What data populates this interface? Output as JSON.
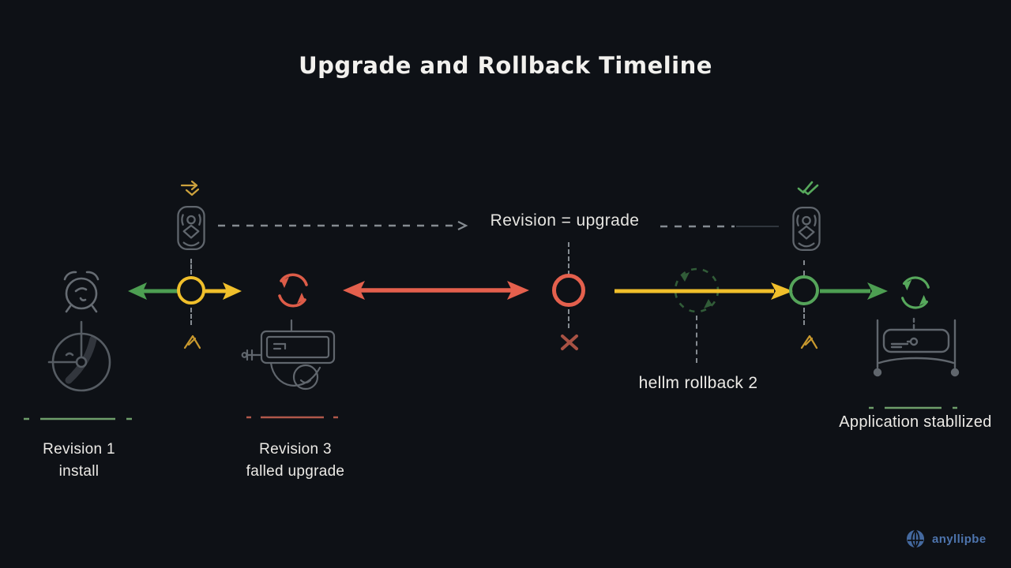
{
  "title": "Upgrade and Rollback Timeline",
  "upper_flow_label": "Revision = upgrade",
  "milestones": {
    "revision1": {
      "line1": "Revision 1",
      "line2": "install"
    },
    "revision3": {
      "line1": "Revision 3",
      "line2": "falled upgrade"
    }
  },
  "annotations": {
    "rollback_command": "hellm rollback 2",
    "stabilized": "Application stabllized"
  },
  "footer": {
    "brand": "anyllipbe"
  },
  "icons": {
    "alarm-clock-icon": "outlined alarm clock",
    "gauge-icon": "circular gauge with needle",
    "failed-refresh-icon": "red circular refresh arrows",
    "machine-icon": "outlined machine / device",
    "badge-person-icon": "rounded badge with figure",
    "export-arrow-icon": "gold arrow glyph",
    "double-check-icon": "green double checkmark",
    "cycle-dashed-icon": "faint dashed green cycle",
    "green-refresh-icon": "green circular refresh arrows",
    "cart-icon": "outlined cart / rack device",
    "cross-x-icon": "red X mark",
    "chevron-peak-icon": "gold peaked chevron",
    "brand-globe-icon": "blue segmented sphere"
  },
  "colors": {
    "background": "#0e1116",
    "text": "#eceae6",
    "green": "#55a45a",
    "yellow": "#f0bf2b",
    "red": "#e4604d",
    "gray_icon": "#60666d",
    "dashed_gray": "#858b91",
    "brand_blue": "#4d74ad"
  }
}
